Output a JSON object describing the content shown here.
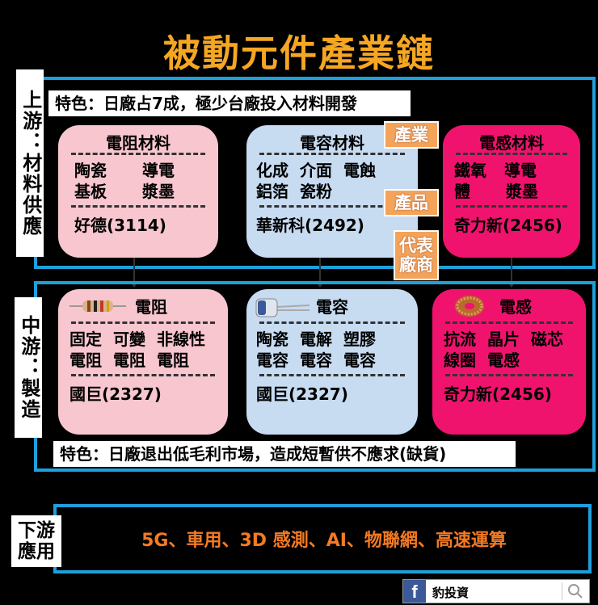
{
  "title": "被動元件產業鏈",
  "upstream": {
    "label": "上游：材料供應",
    "feature": "特色：日廠占7成，極少台廠投入材料開發",
    "cards": [
      {
        "title": "電阻材料",
        "rows": [
          [
            "陶瓷",
            "導電"
          ],
          [
            "基板",
            "漿墨"
          ]
        ],
        "company": "好德(3114)"
      },
      {
        "title": "電容材料",
        "rows": [
          [
            "化成",
            "介面",
            "電蝕"
          ],
          [
            "鋁箔",
            "瓷粉"
          ]
        ],
        "company": "華新科(2492)"
      },
      {
        "title": "電感材料",
        "rows": [
          [
            "鐵氧",
            "導電"
          ],
          [
            "體",
            "漿墨"
          ]
        ],
        "company": "奇力新(2456)"
      }
    ]
  },
  "tags": [
    "產業",
    "產品",
    "代表廠商"
  ],
  "midstream": {
    "label": "中游：製造",
    "feature": "特色：日廠退出低毛利市場，造成短暫供不應求(缺貨)",
    "cards": [
      {
        "title": "電阻",
        "rows": [
          [
            "固定",
            "可變",
            "非線性"
          ],
          [
            "電阻",
            "電阻",
            "電阻"
          ]
        ],
        "company": "國巨(2327)"
      },
      {
        "title": "電容",
        "rows": [
          [
            "陶瓷",
            "電解",
            "塑膠"
          ],
          [
            "電容",
            "電容",
            "電容"
          ]
        ],
        "company": "國巨(2327)"
      },
      {
        "title": "電感",
        "rows": [
          [
            "抗流",
            "晶片",
            "磁芯"
          ],
          [
            "線圈",
            "電感"
          ]
        ],
        "company": "奇力新(2456)"
      }
    ]
  },
  "downstream": {
    "label": "下游應用",
    "text": "5G、車用、3D 感測、AI、物聯網、高速運算"
  },
  "footer": {
    "fb_letter": "f",
    "brand": "豹投資",
    "search_icon": "magnifier-icon"
  },
  "colors": {
    "title": "#f5a623",
    "frame": "#1ea0dc",
    "pink": "#f8c6cf",
    "blue": "#c7dbf1",
    "magenta": "#f0136e",
    "tag": "#f4a35a",
    "downstream_text": "#f47a23"
  }
}
